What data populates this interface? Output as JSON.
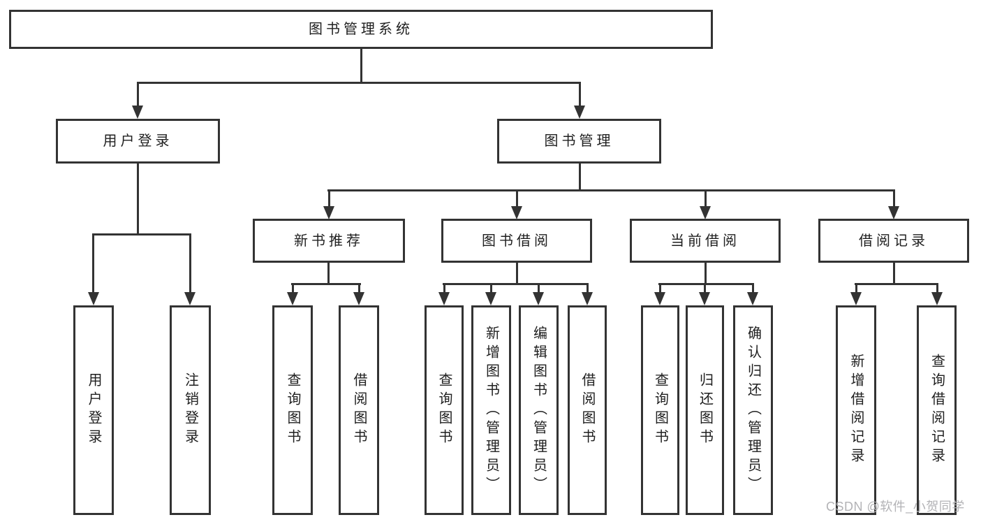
{
  "diagram": {
    "type": "hierarchy-tree",
    "root": {
      "label": "图书管理系统"
    },
    "level2": {
      "user_login": {
        "label": "用户登录"
      },
      "book_management": {
        "label": "图书管理"
      }
    },
    "level3": {
      "new_book_recommend": {
        "label": "新书推荐"
      },
      "book_borrowing": {
        "label": "图书借阅"
      },
      "current_borrowing": {
        "label": "当前借阅"
      },
      "borrowing_records": {
        "label": "借阅记录"
      }
    },
    "leaves": {
      "user_login_group": [
        "用户登录",
        "注销登录"
      ],
      "new_book_group": [
        "查询图书",
        "借阅图书"
      ],
      "book_borrowing_group": [
        "查询图书",
        "新增图书（管理员）",
        "编辑图书（管理员）",
        "借阅图书"
      ],
      "current_borrowing_group": [
        "查询图书",
        "归还图书",
        "确认归还（管理员）"
      ],
      "records_group": [
        "新增借阅记录",
        "查询借阅记录"
      ]
    },
    "watermark": "CSDN @软件_小贺同学",
    "colors": {
      "line": "#333333",
      "text": "#1f1f1f",
      "background": "#ffffff",
      "watermark": "#b3b3b6"
    }
  }
}
